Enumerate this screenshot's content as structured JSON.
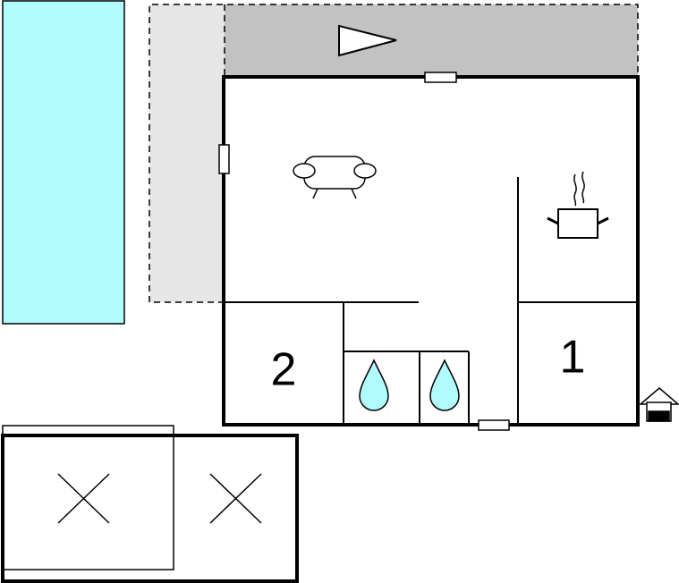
{
  "floorplan": {
    "rooms": [
      {
        "id": "bedroom-1",
        "label": "1"
      },
      {
        "id": "bedroom-2",
        "label": "2"
      }
    ],
    "icons": {
      "north_arrow": "north-arrow-icon",
      "sofa": "sofa-icon",
      "cooking_pot": "cooking-pot-icon",
      "water_drop": "water-drop-icon",
      "entrance": "entrance-house-icon",
      "carport": "carport-cross-icon"
    },
    "colors": {
      "pool": "#b0fbfc",
      "terrace": "#e6e6e6",
      "terrace_dark": "#c2c2c2",
      "water": "#b0fbfc",
      "walls": "#000000"
    }
  }
}
